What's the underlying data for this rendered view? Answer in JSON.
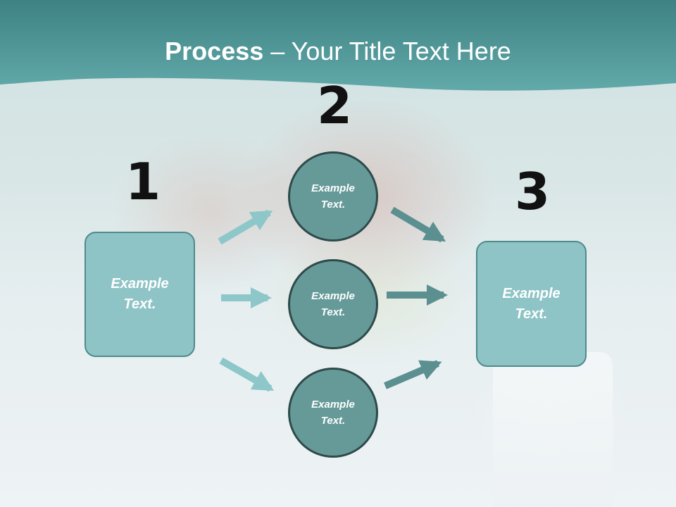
{
  "slide": {
    "title_bold": "Process",
    "title_rest": " – Your Title Text Here"
  },
  "steps": [
    {
      "number": "1",
      "text": "Example Text."
    },
    {
      "number": "2",
      "text": "Example Text."
    },
    {
      "number": "3",
      "text": "Example Text."
    }
  ],
  "circles": [
    {
      "text": "Example Text."
    },
    {
      "text": "Example Text."
    },
    {
      "text": "Example Text."
    }
  ],
  "colors": {
    "header": "#5fa3a4",
    "light_arrow": "#8ec7c9",
    "dark_arrow": "#5b8f90",
    "box_fill": "#8ec4c6",
    "circle_fill": "#669a99"
  }
}
